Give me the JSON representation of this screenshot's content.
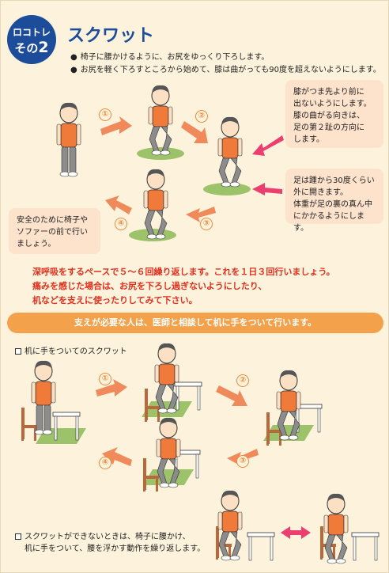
{
  "header": {
    "badge_line1": "ロコトレ",
    "badge_line2": "その",
    "badge_num": "2",
    "title": "スクワット"
  },
  "bullets": [
    "椅子に腰かけるように、お尻をゆっくり下ろします。",
    "お尻を軽く下ろすところから始めて、膝は曲がっても90度を超えないようにします。"
  ],
  "notes": {
    "knee": [
      "膝がつま先より前に",
      "出ないようにします。",
      "膝の曲がる向きは、",
      "足の第２趾の方向に",
      "します。"
    ],
    "foot": [
      "足は踵から30度くらい",
      "外に開きます。",
      "体重が足の裏の真ん中",
      "にかかるようにします。"
    ],
    "safety": [
      "安全のために椅子や",
      "ソファーの前で行い",
      "ましょう。"
    ]
  },
  "steps": [
    "①",
    "②",
    "③",
    "④"
  ],
  "warning": [
    "深呼吸をするペースで５～６回繰り返します。これを１日３回行いましょう。",
    "痛みを感じた場合は、お尻を下ろし過ぎないようにしたり、",
    "机などを支えに使ったりしてみて下さい。"
  ],
  "support_bar": "支えが必要な人は、医師と相談して机に手をついて行います。",
  "section_desk": "机に手をついてのスクワット",
  "section_chair": [
    "スクワットができないときは、椅子に腰かけ、",
    "机に手をついて、腰を浮かす動作を繰り返します。"
  ],
  "colors": {
    "navy": "#1d4c9a",
    "orange": "#f3a14b",
    "red": "#e0301e",
    "shirt": "#f07a3a",
    "pants": "#8c8c8c",
    "grass": "#9cc26a",
    "arrow": "#f08a5a",
    "pink_arrow": "#ec3f70"
  }
}
